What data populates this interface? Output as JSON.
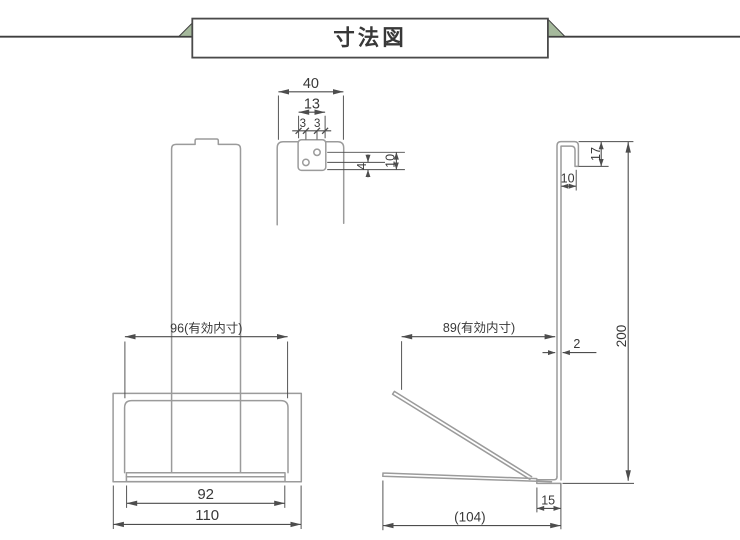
{
  "title": "寸法図",
  "front_view": {
    "inner_width": "96(有効内寸)",
    "lip_width": "92",
    "base_width": "110"
  },
  "top_detail": {
    "column_width": "40",
    "plate_width": "13",
    "hole_offset_left": "3",
    "hole_offset_right": "3",
    "hole_spacing": "4",
    "hole_depth": "10"
  },
  "side_view": {
    "hook_opening": "10",
    "hook_depth": "17",
    "overall_height": "200",
    "plate_thickness": "2",
    "inner_depth": "89(有効内寸)",
    "foot_length": "15",
    "base_depth": "(104)"
  },
  "colors": {
    "outline": "#9b9b9b",
    "dimension": "#4d4d4d",
    "text": "#383838",
    "banner_green": "#a5b99c",
    "banner_border": "#4a4a4a"
  }
}
